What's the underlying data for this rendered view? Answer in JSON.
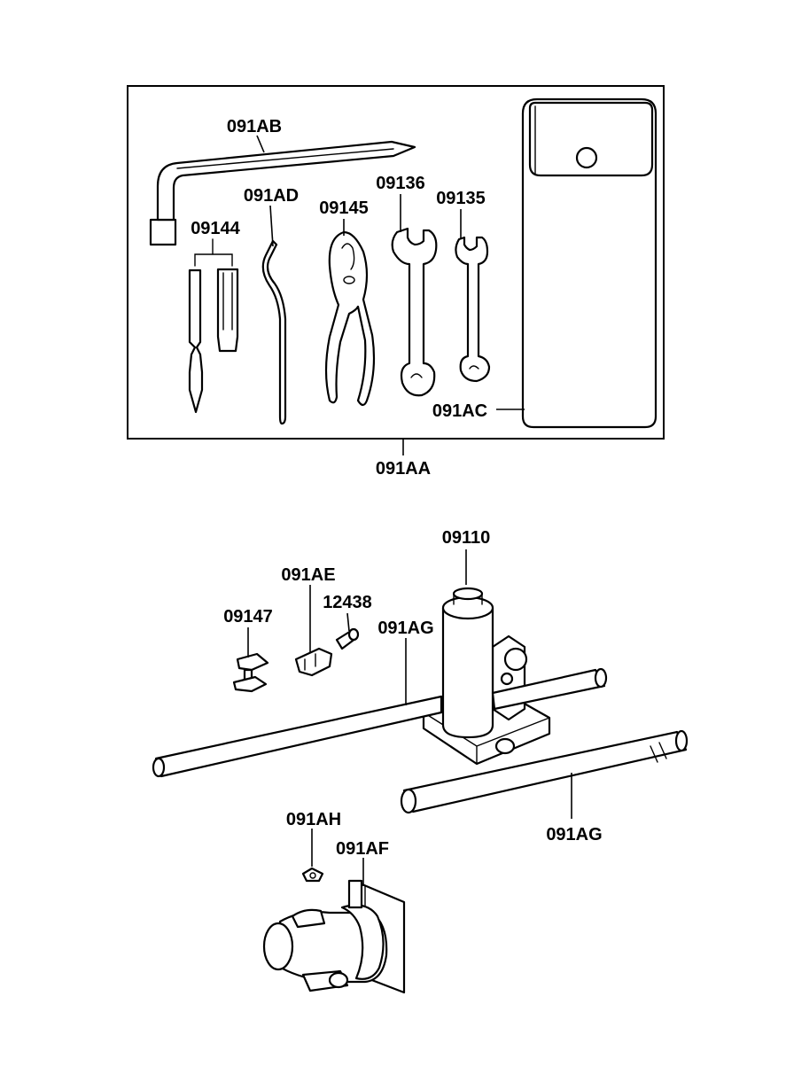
{
  "labels": {
    "tool_kit": "091AA",
    "wheel_wrench": "091AB",
    "tool_bag": "091AC",
    "lever": "091AD",
    "screwdriver": "09144",
    "pliers": "09145",
    "wrench_large": "09136",
    "wrench_small": "09135",
    "jack": "09110",
    "jack_bracket": "091AE",
    "bolt": "12438",
    "jack_handle_upper": "091AG",
    "jack_handle_lower": "091AG",
    "clamp": "09147",
    "wing_nut": "091AH",
    "holder": "091AF"
  }
}
